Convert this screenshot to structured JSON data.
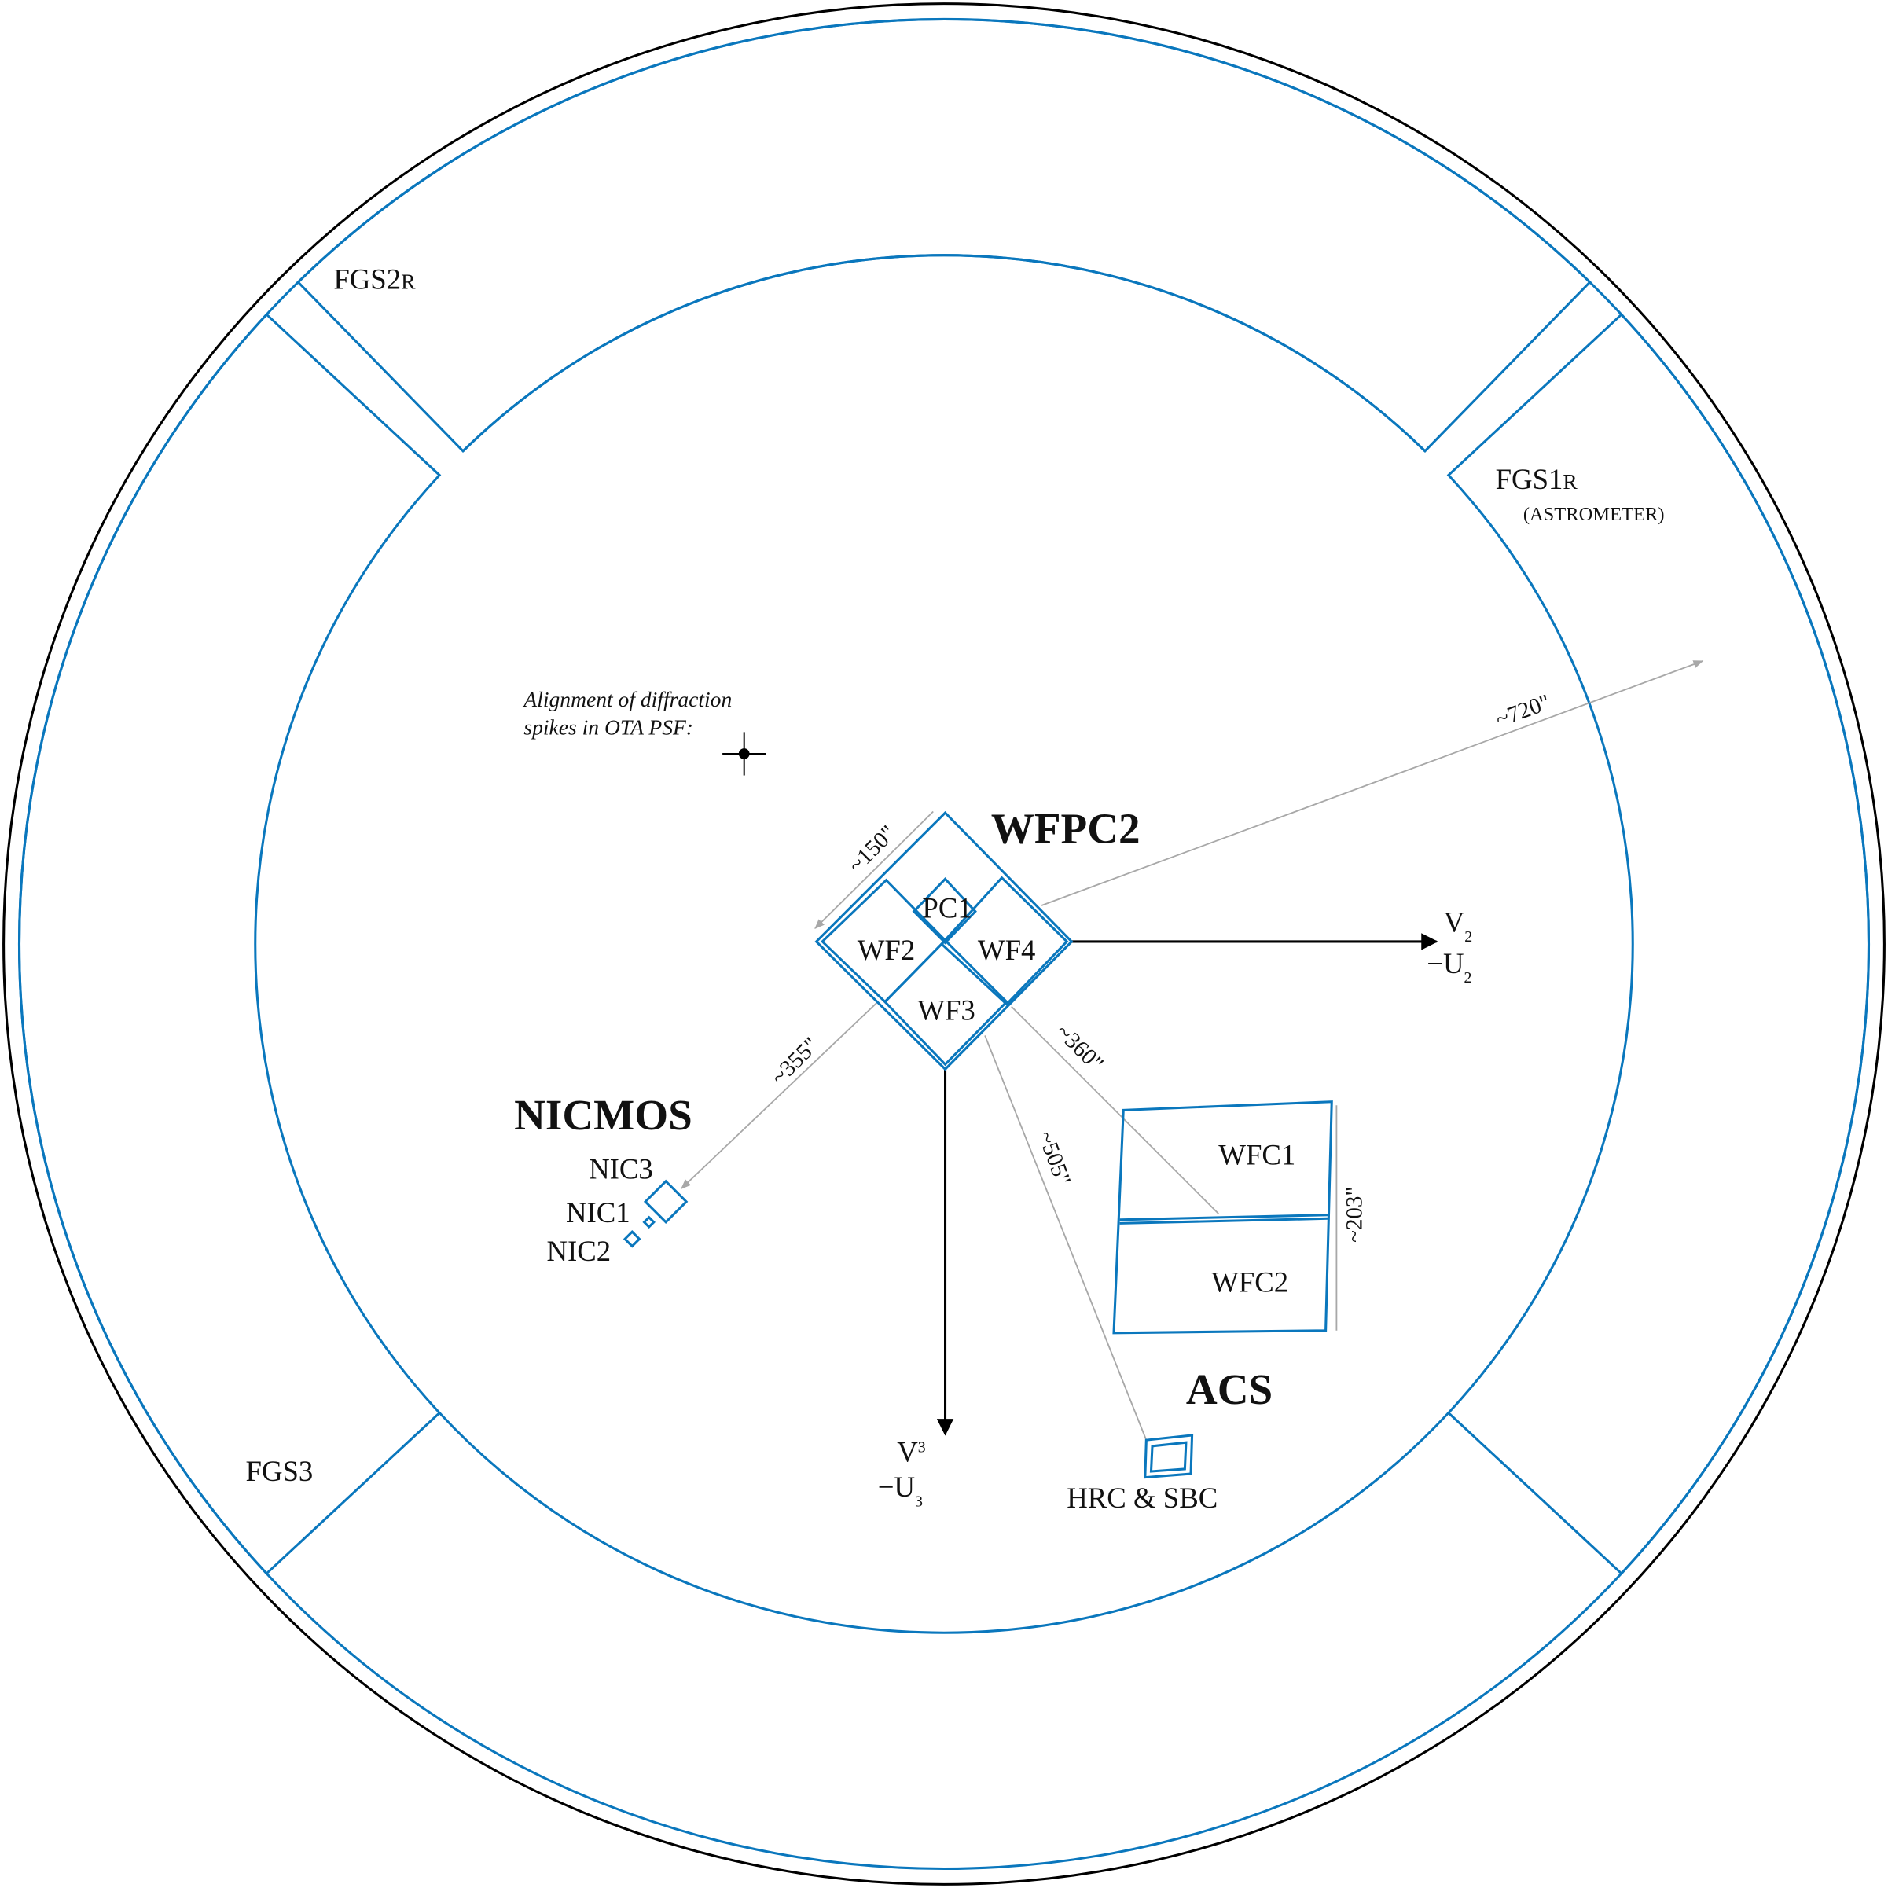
{
  "fgs": {
    "fgs2": {
      "name": "FGS2",
      "suffix": "R"
    },
    "fgs1": {
      "name": "FGS1",
      "suffix": "R",
      "note": "(ASTROMETER)"
    },
    "fgs3": {
      "name": "FGS3"
    }
  },
  "psf_note": {
    "line1": "Alignment of diffraction",
    "line2": "spikes in OTA PSF:"
  },
  "wfpc2": {
    "title": "WFPC2",
    "chips": [
      "PC1",
      "WF2",
      "WF4",
      "WF3"
    ],
    "size_label": "~150\""
  },
  "axes": {
    "v2": {
      "main": "V",
      "sub": "2",
      "alt": "−U",
      "alt_sub": "2"
    },
    "v3": {
      "main": "V",
      "sub": "3",
      "alt": "−U",
      "alt_sub": "3"
    }
  },
  "distances": {
    "fgs1": "~720\"",
    "nicmos": "~355\"",
    "acs_wfc": "~360\"",
    "acs_hrc": "~505\"",
    "wfc_height": "~203\""
  },
  "nicmos": {
    "title": "NICMOS",
    "nic3": "NIC3",
    "nic1": "NIC1",
    "nic2": "NIC2"
  },
  "acs": {
    "title": "ACS",
    "wfc1": "WFC1",
    "wfc2": "WFC2",
    "hrc": "HRC & SBC"
  },
  "colors": {
    "aperture": "#0a77bd",
    "leader": "#a8a8a8",
    "outline": "#000000"
  }
}
